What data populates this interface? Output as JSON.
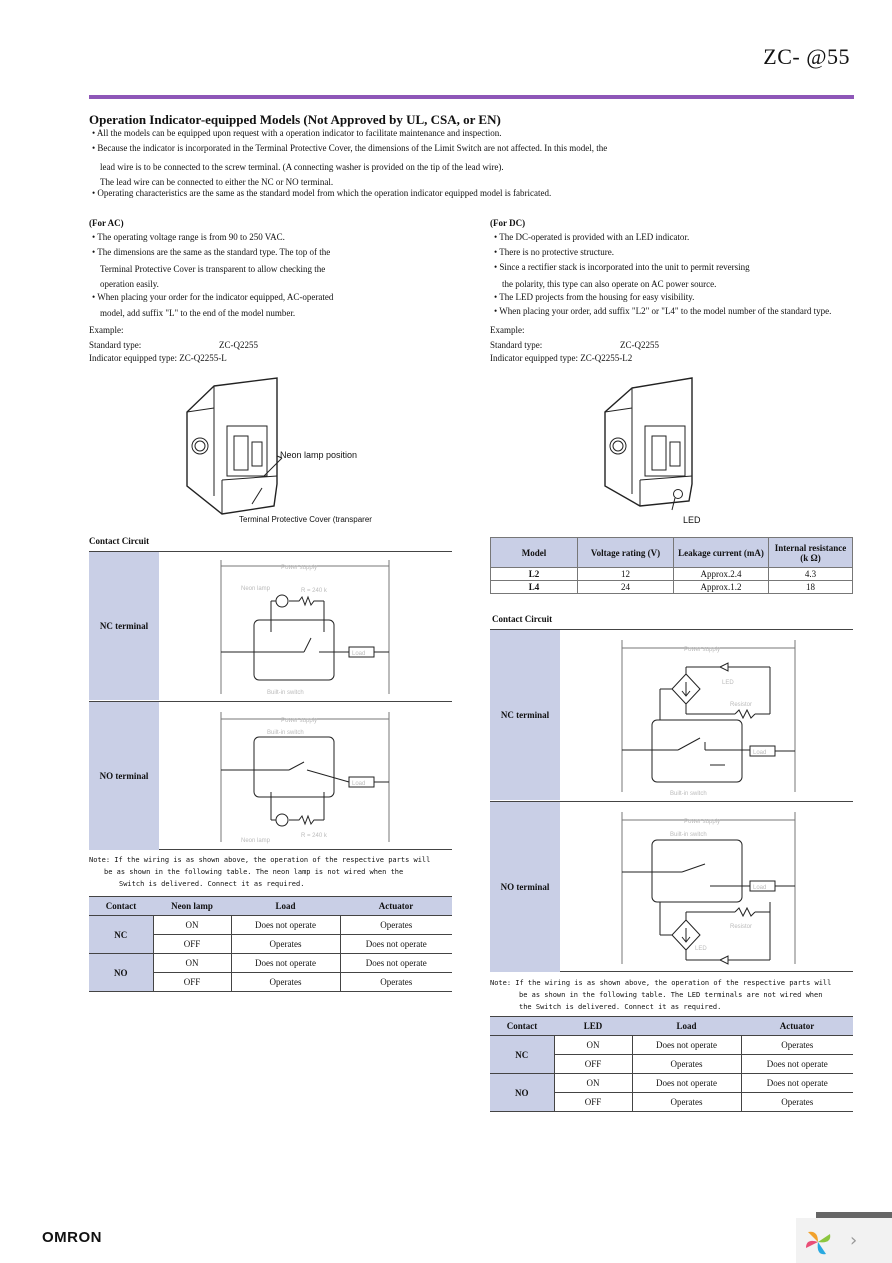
{
  "header": {
    "title": "ZC- @55"
  },
  "section": {
    "title": "Operation Indicator-equipped Models (Not Approved by UL, CSA, or EN)",
    "bullets": [
      "• All the models can be equipped upon request with a operation indicator to facilitate maintenance and inspection.",
      "• Because the indicator is incorporated in the Terminal Protective Cover, the dimensions of the Limit Switch are not affected. In this model, the",
      "lead wire is to be connected to the screw terminal. (A connecting washer is provided on the tip of the lead wire).",
      "The lead wire can be connected to either the NC or NO terminal.",
      "• Operating characteristics are the same as the standard model from which the operation indicator equipped model is fabricated."
    ]
  },
  "ac": {
    "heading": "(For AC)",
    "lines": [
      "• The operating voltage range is from 90 to 250 VAC.",
      "• The dimensions are the same as the standard type. The top of the",
      "Terminal Protective Cover is transparent to allow checking the",
      "operation easily.",
      "• When placing your order for the indicator equipped, AC-operated",
      "model, add suffix \"L\" to the end of the model number."
    ],
    "example": "Example:",
    "standard_label": "Standard type:",
    "standard_value": "ZC-Q2255",
    "indicator_line": "Indicator equipped type: ZC-Q2255-L",
    "figure_labels": [
      "Neon lamp position",
      "Terminal Protective Cover (transparent)"
    ],
    "contact_circuit": "Contact Circuit",
    "circuits": [
      {
        "label": "NC terminal",
        "texts": [
          "Power supply",
          "Neon lamp",
          "R = 240 k",
          "Load",
          "Built-in switch"
        ]
      },
      {
        "label": "NO terminal",
        "texts": [
          "Power supply",
          "Built-in switch",
          "Load",
          "R = 240 k",
          "Neon lamp"
        ]
      }
    ],
    "note": [
      "Note: If the wiring is as shown above, the operation of the respective parts will",
      "be as shown in the following table. The neon lamp is not wired when the",
      "Switch is delivered. Connect it as required."
    ],
    "table": {
      "headers": [
        "Contact",
        "Neon lamp",
        "Load",
        "Actuator"
      ],
      "groups": [
        {
          "contact": "NC",
          "rows": [
            [
              "ON",
              "Does not operate",
              "Operates"
            ],
            [
              "OFF",
              "Operates",
              "Does not operate"
            ]
          ]
        },
        {
          "contact": "NO",
          "rows": [
            [
              "ON",
              "Does not operate",
              "Does not operate"
            ],
            [
              "OFF",
              "Operates",
              "Operates"
            ]
          ]
        }
      ]
    }
  },
  "dc": {
    "heading": "(For DC)",
    "lines": [
      "• The DC-operated is provided with an LED indicator.",
      "• There is no protective structure.",
      "• Since a rectifier stack is incorporated into the unit to permit reversing",
      "the polarity, this type can also operate on AC power source.",
      "• The LED projects from the housing for easy visibility.",
      "• When placing your order, add suffix \"L2\" or \"L4\" to the model number of the standard type."
    ],
    "example": "Example:",
    "standard_label": "Standard type:",
    "standard_value": "ZC-Q2255",
    "indicator_line": "Indicator equipped type: ZC-Q2255-L2",
    "figure_label": "LED",
    "spec_table": {
      "headers": [
        "Model",
        "Voltage rating (V)",
        "Leakage current (mA)",
        "Internal resistance (k"
      ],
      "rows": [
        [
          "L2",
          "12",
          "Approx.2.4",
          "4.3"
        ],
        [
          "L4",
          "24",
          "Approx.1.2",
          "18"
        ]
      ]
    },
    "contact_circuit": "Contact Circuit",
    "circuits": [
      {
        "label": "NC terminal",
        "texts": [
          "Power supply",
          "LED",
          "Resistor",
          "Load",
          "Built-in switch"
        ]
      },
      {
        "label": "NO terminal",
        "texts": [
          "Power supply",
          "Built-in switch",
          "Load",
          "Resistor",
          "LED"
        ]
      }
    ],
    "note": [
      "Note: If the wiring is as shown above, the operation of the respective parts will",
      "be as shown in the following table. The LED terminals are not wired when",
      "the Switch is delivered. Connect it as required."
    ],
    "table": {
      "headers": [
        "Contact",
        "LED",
        "Load",
        "Actuator"
      ],
      "groups": [
        {
          "contact": "NC",
          "rows": [
            [
              "ON",
              "Does not operate",
              "Operates"
            ],
            [
              "OFF",
              "Operates",
              "Does not operate"
            ]
          ]
        },
        {
          "contact": "NO",
          "rows": [
            [
              "ON",
              "Does not operate",
              "Does not operate"
            ],
            [
              "OFF",
              "Operates",
              "Operates"
            ]
          ]
        }
      ]
    }
  },
  "footer": {
    "brand": "OMRON",
    "next_symbol": "›"
  },
  "colors": {
    "accent": "#8e57b8",
    "table_header": "#c9cfe6"
  }
}
